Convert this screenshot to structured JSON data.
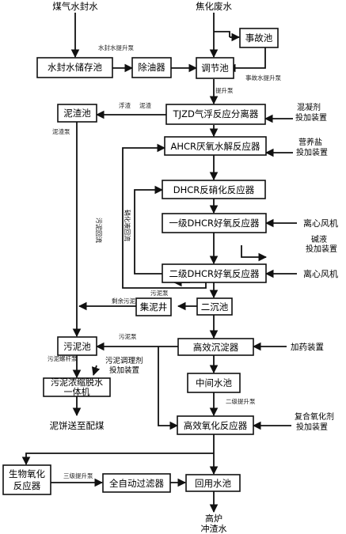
{
  "sources": {
    "gas_water_seal": "煤气水封水",
    "coking_wastewater": "焦化废水"
  },
  "boxes": {
    "seal_storage": "水封水储存池",
    "oil_remover": "除油器",
    "equalization": "调节池",
    "accident": "事故池",
    "sludge_tank": "泥渣池",
    "tjzd": "TJZD气浮反应分离器",
    "ahcr": "AHCR厌氧水解反应器",
    "dhcr": "DHCR反硝化反应器",
    "aerobic1": "一级DHCR好氧反应器",
    "aerobic2": "二级DHCR好氧反应器",
    "sludge_well": "集泥井",
    "secondary": "二沉池",
    "sludge_pool": "污泥池",
    "clarifier": "高效沉淀器",
    "middle": "中间水池",
    "dewater": [
      "污泥浓缩脱水",
      "一体机"
    ],
    "oxidation": "高效氧化反应器",
    "bio_carbon": [
      "生物氧化",
      "反应器"
    ],
    "filter": "全自动过滤器",
    "reuse": "回用水池"
  },
  "side": {
    "flocculant": [
      "混凝剂",
      "投加装置"
    ],
    "nutrient": [
      "营养盐",
      "投加装置"
    ],
    "blower1": "离心风机",
    "alkali": [
      "碱液",
      "投加装置"
    ],
    "blower2": "离心风机",
    "dosing": "加药装置",
    "oxidant": [
      "复合氧化剂",
      "投加装置"
    ],
    "conditioner": [
      "污泥调理剂",
      "投加装置"
    ]
  },
  "outputs": {
    "cake": "泥饼送至配煤",
    "slag": [
      "高炉",
      "冲渣水"
    ]
  },
  "labels": {
    "seal_pump": "水封水提升泵",
    "accident_pump": "事故水提升泵",
    "lift_pump": "提升泵",
    "floc": "浮渣",
    "sludge": "泥渣",
    "sludge_pump": "泥渣泵",
    "sludge_return": "污泥回流",
    "nitrate_return": "硝化液回流",
    "excess_sludge": "剩余污泥",
    "sludge_pump2": "污泥泵",
    "sludge_pump3": "污泥泵",
    "screw_pump": "污泥螺杆泵",
    "lift_pump2": "二级提升泵",
    "lift_pump3": "三级提升泵"
  }
}
